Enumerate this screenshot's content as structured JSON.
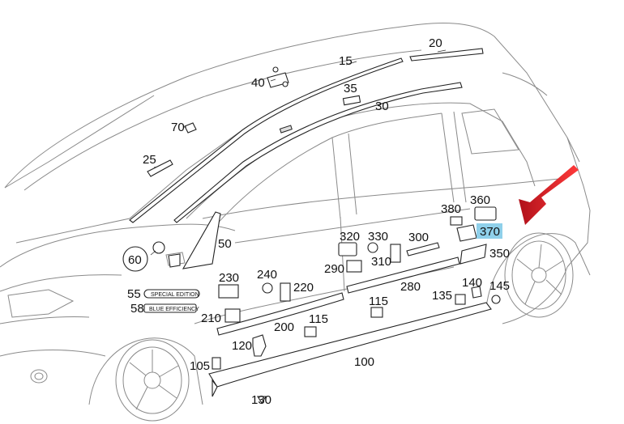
{
  "labels": {
    "l20": "20",
    "l15": "15",
    "l40": "40",
    "l35": "35",
    "l30": "30",
    "l70": "70",
    "l25": "25",
    "l60": "60",
    "l50": "50",
    "l360": "360",
    "l380": "380",
    "l370": "370",
    "l350": "350",
    "l320": "320",
    "l330": "330",
    "l300": "300",
    "l290": "290",
    "l310": "310",
    "l230": "230",
    "l240": "240",
    "l220": "220",
    "l55": "55",
    "l58": "58",
    "l280": "280",
    "l140": "140",
    "l135": "135",
    "l145": "145",
    "l210": "210",
    "l200": "200",
    "l115a": "115",
    "l115b": "115",
    "l120": "120",
    "l105": "105",
    "l100": "100",
    "l130": "130"
  },
  "badges": {
    "special_edition": "SPECIAL EDITION",
    "blue_efficiency": "BLUE EFFICIENCY"
  },
  "colors": {
    "highlight": "#8fd0ea",
    "arrow": "#e0202a"
  },
  "highlighted_part": "370"
}
